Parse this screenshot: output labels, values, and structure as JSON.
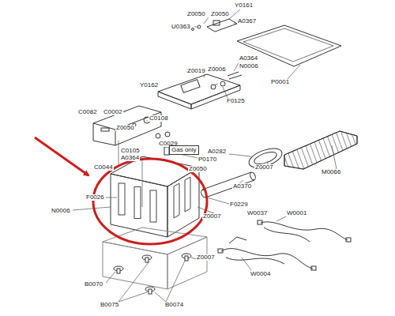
{
  "diagram": {
    "labels": [
      "Y0161",
      "Z0050",
      "Z0050",
      "A0367",
      "U0363",
      "A0364",
      "N0006",
      "Z0019",
      "P0001",
      "Y0162",
      "Z0006",
      "F0125",
      "C0082",
      "C0002",
      "C0108",
      "Z0050",
      "C0029",
      "C0105",
      "C0044",
      "A0282",
      "Z0007",
      "M0066",
      "A0364",
      "Gas only",
      "P0170",
      "Z0050",
      "F0026",
      "A0370",
      "N0006",
      "F0229",
      "Z0007",
      "W0037",
      "W0001",
      "W0004",
      "B0070",
      "Z0007",
      "B0075",
      "B0074"
    ]
  }
}
